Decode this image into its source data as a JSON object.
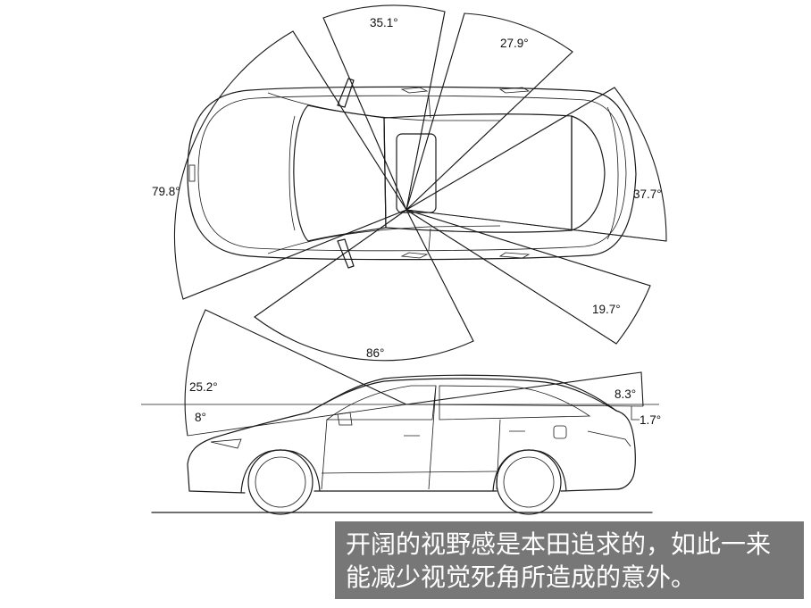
{
  "angles": {
    "a1": "35.1°",
    "a2": "27.9°",
    "a3": "79.8°",
    "a4": "37.7°",
    "a5": "19.7°",
    "a6": "86°",
    "a7": "25.2°",
    "a8": "8°",
    "a9": "8.3°",
    "a10": "1.7°"
  },
  "caption": {
    "line1": "开阔的视野感是本田追求的，如此一来",
    "line2": "能减少视觉死角所造成的意外。"
  }
}
